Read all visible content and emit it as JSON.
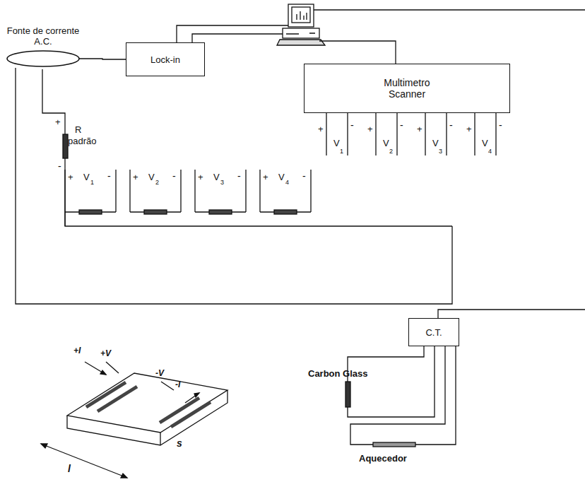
{
  "diagram": {
    "nodes": [
      {
        "text": [
          "Fonte de corrente A.C."
        ]
      },
      {
        "text": [
          "Lock-in"
        ]
      },
      {
        "text": [
          "Multimetro Scanner"
        ]
      },
      {
        "text": [
          "C.T."
        ]
      }
    ],
    "edges": [
      {
        "from": 0,
        "to": 1,
        "arrow": "none"
      }
    ],
    "labels": [
      "+",
      "R",
      "padrão",
      "-",
      "+",
      "V",
      "1",
      "-",
      "+",
      "V",
      "2",
      "-",
      "+",
      "V",
      "3",
      "-",
      "+",
      "V",
      "4",
      "-",
      "+",
      "-",
      "V",
      "1",
      "+",
      "-",
      "V",
      "2",
      "+",
      "-",
      "V",
      "3",
      "+",
      "-",
      "V",
      "4",
      "+I",
      "+V",
      "-V",
      "-I",
      "l",
      "s",
      "Carbon Glass",
      "Aquecedor"
    ]
  }
}
